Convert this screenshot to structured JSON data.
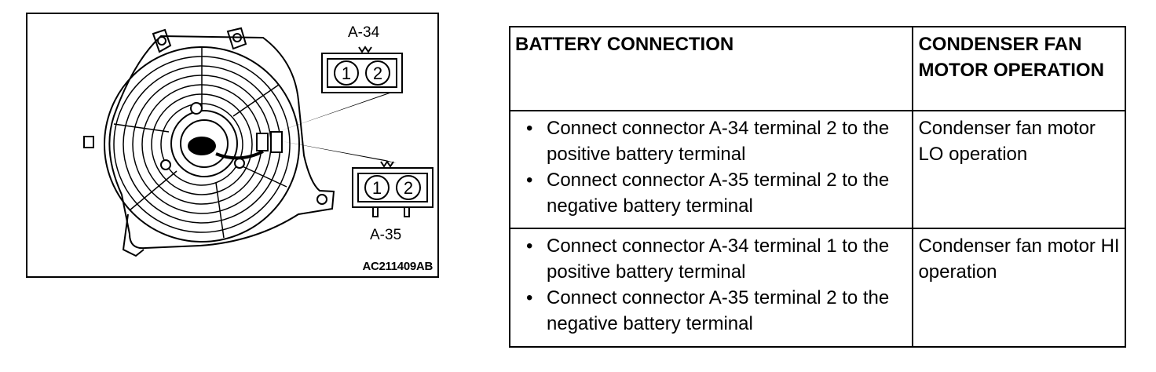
{
  "figure": {
    "connector_top": {
      "label": "A-34",
      "pins": [
        "1",
        "2"
      ]
    },
    "connector_bottom": {
      "label": "A-35",
      "pins": [
        "1",
        "2"
      ]
    },
    "code": "AC211409AB"
  },
  "table": {
    "headers": [
      "BATTERY CONNECTION",
      "CONDENSER FAN MOTOR OPERATION"
    ],
    "rows": [
      {
        "steps": [
          "Connect connector A-34 terminal 2 to the positive battery terminal",
          "Connect connector A-35 terminal 2 to the negative battery terminal"
        ],
        "operation": "Condenser fan motor LO operation"
      },
      {
        "steps": [
          "Connect connector A-34 terminal 1 to the positive battery terminal",
          "Connect connector A-35 terminal 2 to the negative battery terminal"
        ],
        "operation": "Condenser fan motor HI operation"
      }
    ]
  }
}
